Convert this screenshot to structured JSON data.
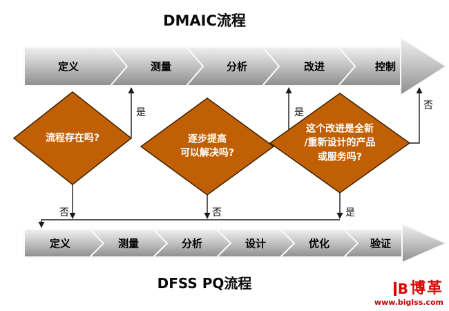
{
  "titles": {
    "top": "DMAIC流程",
    "bottom": "DFSS PQ流程"
  },
  "dmaic_band": {
    "stages": [
      "定义",
      "测量",
      "分析",
      "改进",
      "控制"
    ]
  },
  "dfss_band": {
    "stages": [
      "定义",
      "测量",
      "分析",
      "设计",
      "优化",
      "验证"
    ]
  },
  "decisions": [
    {
      "lines": [
        "流程存在吗?"
      ]
    },
    {
      "lines": [
        "逐步提高",
        "可以解决吗?"
      ]
    },
    {
      "lines": [
        "这个改进是全新",
        "/重新设计的产品",
        "或服务吗?"
      ]
    }
  ],
  "branch_labels": {
    "d1_up": "是",
    "d2_up": "是",
    "d3_up": "否",
    "d1_down": "否",
    "d2_down": "否",
    "d3_down": "是"
  },
  "logo": {
    "icon": "B",
    "name": "博革",
    "url": "www.biglss.com"
  },
  "colors": {
    "diamond_fill": "#c05f04",
    "diamond_border": "#3f2300",
    "band_light": "#efefef",
    "band_dark": "#8e8e8e",
    "connector": "#1a1a1a",
    "logo_red": "#dd0000"
  }
}
